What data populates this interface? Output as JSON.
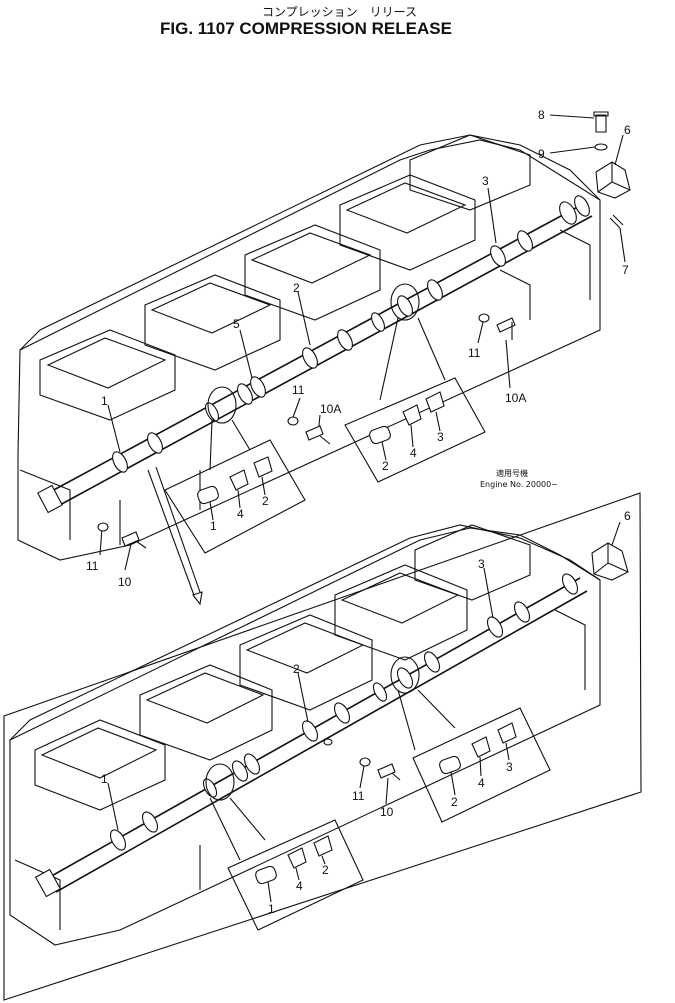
{
  "header": {
    "title_jp": "コンプレッション　リリース",
    "title": "FIG. 1107  COMPRESSION RELEASE"
  },
  "note": {
    "jp": "適用号機",
    "en": "Engine  No. 20000~"
  },
  "upper": {
    "callouts": {
      "c8": "8",
      "c9": "9",
      "c6": "6",
      "c3": "3",
      "c7": "7",
      "c2": "2",
      "c5": "5",
      "c1": "1",
      "c11a": "11",
      "c10A_left": "10A",
      "c11b": "11",
      "c10A_right": "10A",
      "c11c": "11",
      "c10": "10"
    },
    "inset_left": {
      "p1": "1",
      "p4": "4",
      "p2": "2"
    },
    "inset_right": {
      "p2": "2",
      "p4": "4",
      "p3": "3"
    }
  },
  "lower": {
    "callouts": {
      "c6": "6",
      "c3": "3",
      "c2": "2",
      "c1": "1",
      "c11": "11",
      "c10": "10"
    },
    "inset_left": {
      "p1": "1",
      "p4": "4",
      "p2": "2"
    },
    "inset_right": {
      "p2": "2",
      "p4": "4",
      "p3": "3"
    }
  }
}
